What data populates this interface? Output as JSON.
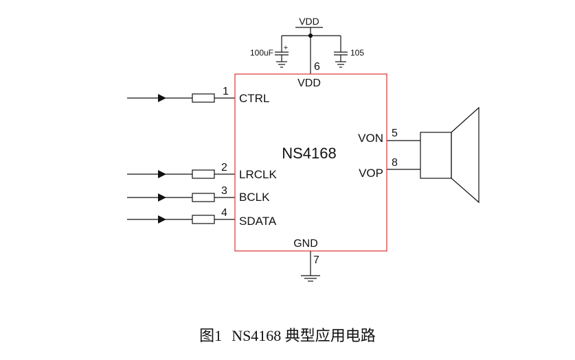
{
  "colors": {
    "line": "#111111",
    "chip_border": "#e03030",
    "background": "#ffffff"
  },
  "supply": {
    "rail_label": "VDD",
    "cap_left_label": "100uF",
    "cap_right_label": "105",
    "cap_left_polarity": "+"
  },
  "chip": {
    "name": "NS4168",
    "pins": [
      {
        "number": "6",
        "label": "VDD"
      },
      {
        "number": "1",
        "label": "CTRL"
      },
      {
        "number": "2",
        "label": "LRCLK"
      },
      {
        "number": "3",
        "label": "BCLK"
      },
      {
        "number": "4",
        "label": "SDATA"
      },
      {
        "number": "5",
        "label": "VON"
      },
      {
        "number": "8",
        "label": "VOP"
      },
      {
        "number": "7",
        "label": "GND"
      }
    ]
  },
  "caption": {
    "figure": "图1",
    "title": "NS4168 典型应用电路"
  }
}
